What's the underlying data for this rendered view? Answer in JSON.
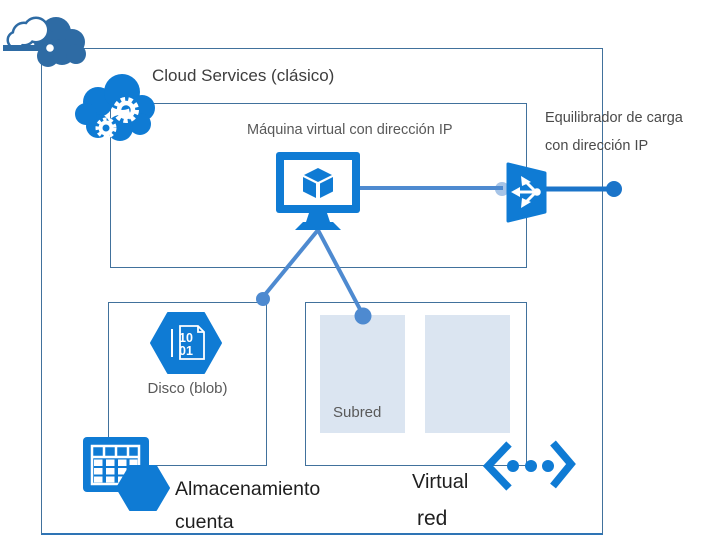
{
  "title": "Cloud Services (clásico)",
  "labels": {
    "virtual_machine": "Máquina virtual con dirección IP",
    "load_balancer": [
      "Equilibrador de carga",
      "con dirección IP"
    ],
    "disk_blob": "Disco (blob)",
    "subnet": "Subred",
    "storage_account": [
      "Almacenamiento",
      "cuenta"
    ],
    "virtual_network": [
      "Virtual",
      "red"
    ],
    "disk_binary": [
      "10",
      "01"
    ]
  },
  "icons": {
    "azure_cloud": "dual-cloud-with-endpoint-stem",
    "cloud_service": "cloud-with-two-gears",
    "virtual_machine": "monitor-with-3d-cube",
    "load_balancer": "trapezoid-with-branching-arrows",
    "disk_blob": "hexagon-with-binary-document",
    "storage_account": "table-grid-with-hexagon",
    "virtual_network": "angle-brackets-with-three-dots"
  },
  "colors": {
    "icon-blue": "#0f7bd4",
    "dark-blue": "#2e6ba4",
    "connector": "#4e8ad0",
    "connector-dark": "#1b74c9",
    "border": "#41719c",
    "border-bottom": "#2e74b5",
    "subnet-fill": "#dbe5f1",
    "label-gray": "#595959",
    "label-dark": "#1f1f1f",
    "title-color": "#3d3d3d"
  }
}
